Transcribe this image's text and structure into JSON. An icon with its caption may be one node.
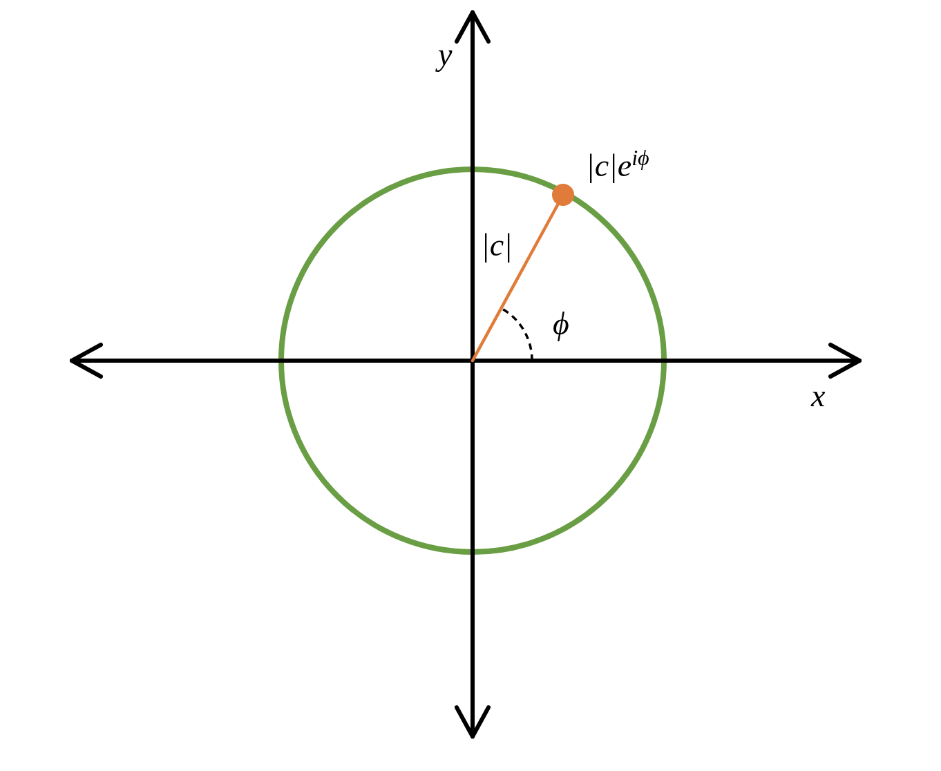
{
  "diagram": {
    "labels": [
      "y",
      "|c|e$^{iϕ}$",
      "|c|",
      "ϕ",
      "x"
    ]
  }
}
